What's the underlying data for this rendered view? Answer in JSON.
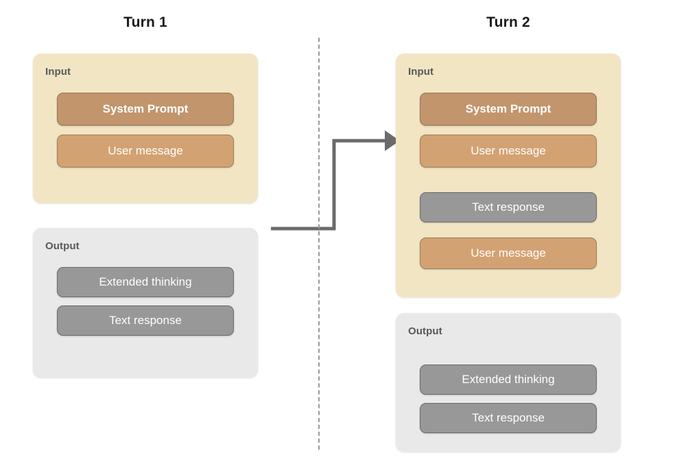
{
  "diagram": {
    "title_turn1": "Turn 1",
    "title_turn2": "Turn 2",
    "labels": {
      "input": "Input",
      "output": "Output"
    },
    "blocks": {
      "system_prompt": "System Prompt",
      "user_message": "User message",
      "extended_thinking": "Extended thinking",
      "text_response": "Text response"
    },
    "colors": {
      "input_panel": "#f2e5c3",
      "output_panel": "#e9e9e9",
      "system_prompt": "#c2956c",
      "user_message": "#d3a273",
      "response": "#989898",
      "connector": "#6b6b6b",
      "divider": "#9a9a9a",
      "title_text": "#1a1a1a",
      "panel_label_text": "#58585a",
      "pill_text": "#ffffff"
    },
    "turn1": {
      "input_items": [
        "System Prompt",
        "User message"
      ],
      "output_items": [
        "Extended thinking",
        "Text response"
      ]
    },
    "turn2": {
      "input_items": [
        "System Prompt",
        "User message",
        "Text response",
        "User message"
      ],
      "output_items": [
        "Extended thinking",
        "Text response"
      ]
    },
    "connector": {
      "from": "Turn 1 Output",
      "to": "Turn 2 Input",
      "arrowhead": "right"
    }
  }
}
